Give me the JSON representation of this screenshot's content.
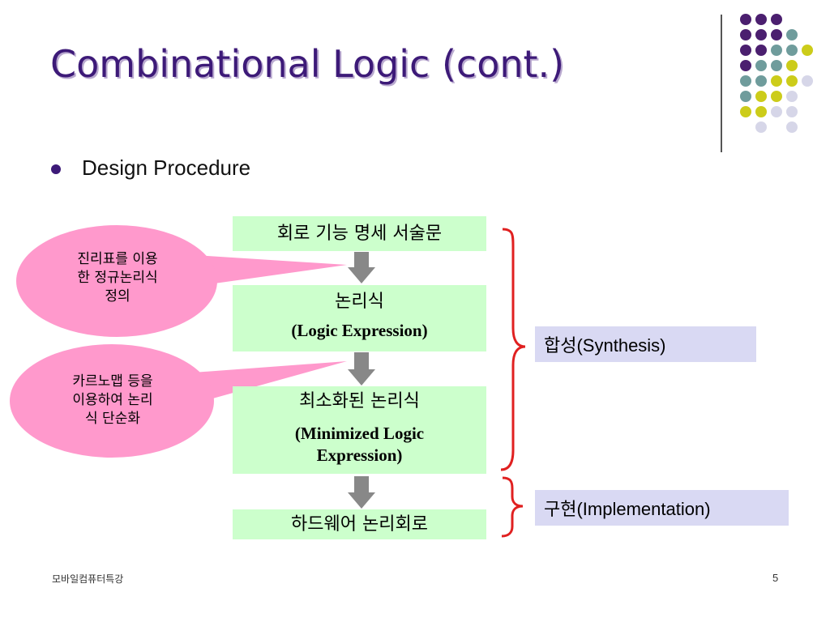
{
  "slide": {
    "title": "Combinational Logic (cont.)",
    "bullet": "Design Procedure",
    "footer_left": "모바일컴퓨터특강",
    "page_number": "5"
  },
  "flow": {
    "step1": "회로 기능 명세 서술문",
    "step2_ko": "논리식",
    "step2_en": "(Logic Expression)",
    "step3_ko": "최소화된 논리식",
    "step3_en_1": "(Minimized Logic",
    "step3_en_2": "Expression)",
    "step4": "하드웨어 논리회로"
  },
  "callouts": {
    "bubble1_line1": "진리표를 이용",
    "bubble1_line2": "한 정규논리식",
    "bubble1_line3": "정의",
    "bubble2_line1": "카르노맵 등을",
    "bubble2_line2": "이용하여 논리",
    "bubble2_line3": "식 단순화"
  },
  "labels": {
    "synthesis": "합성(Synthesis)",
    "implementation": "구현(Implementation)"
  },
  "colors": {
    "title": "#3d1a78",
    "box_fill": "#ccffcc",
    "bubble_fill": "#ff99cc",
    "label_fill": "#d9d9f3",
    "bracket": "#e02020",
    "arrow": "#888888",
    "dot_purple": "#4b1f6f",
    "dot_teal": "#6f9c9c",
    "dot_yellow": "#cccc1a",
    "dot_lavender": "#d6d6e8"
  }
}
